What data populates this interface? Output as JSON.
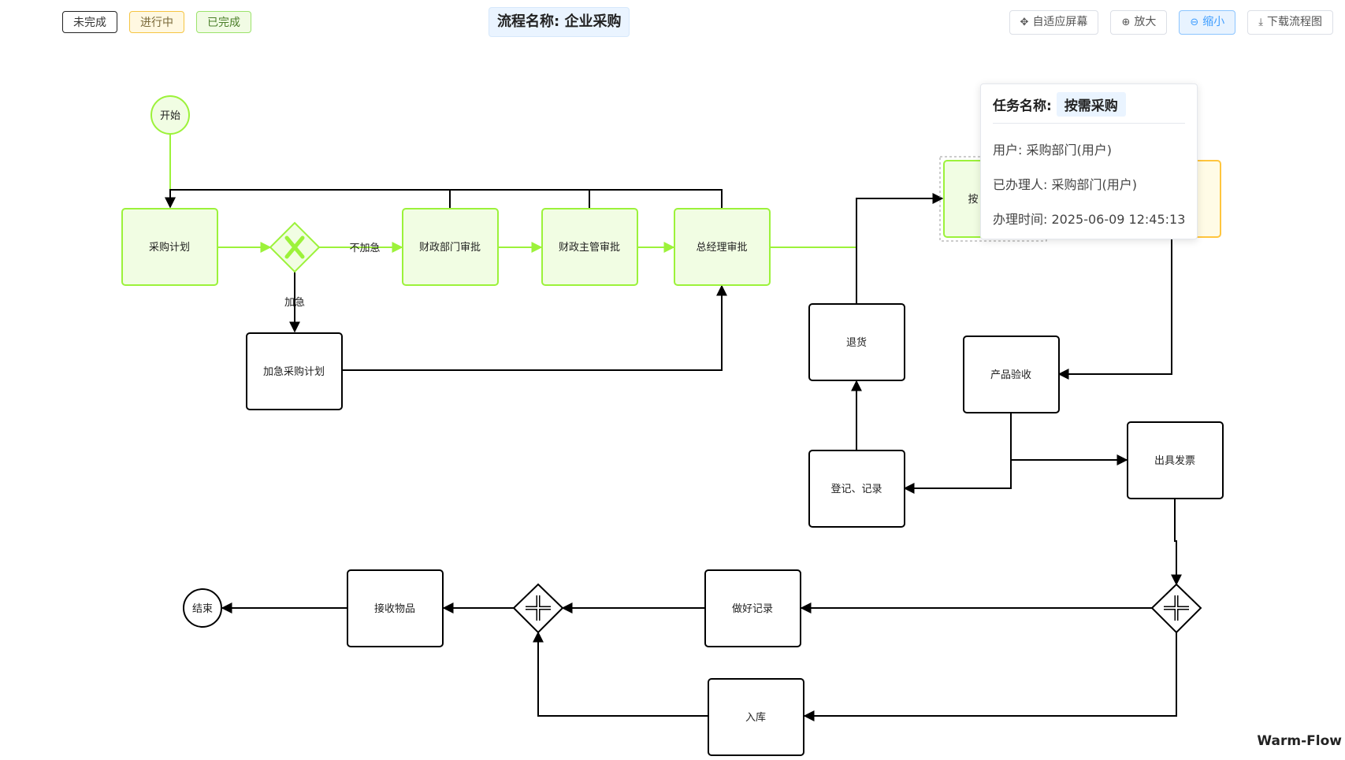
{
  "legend": {
    "incomplete": "未完成",
    "in_progress": "进行中",
    "completed": "已完成"
  },
  "process_title": "流程名称: 企业采购",
  "toolbar": {
    "fit_screen": "自适应屏幕",
    "zoom_in": "放大",
    "zoom_out": "缩小",
    "download": "下载流程图"
  },
  "nodes": {
    "start": "开始",
    "purchase_plan": "采购计划",
    "finance_dept_approval": "财政部门审批",
    "finance_supervisor_approval": "财政主管审批",
    "gm_approval": "总经理审批",
    "urgent_purchase_plan": "加急采购计划",
    "on_demand_purchase_partial": "按",
    "return_goods": "退货",
    "product_acceptance": "产品验收",
    "register_record": "登记、记录",
    "issue_invoice": "出具发票",
    "make_record": "做好记录",
    "warehousing": "入库",
    "receive_goods": "接收物品",
    "end": "结束"
  },
  "edge_labels": {
    "not_urgent": "不加急",
    "urgent": "加急"
  },
  "tooltip": {
    "label": "任务名称:",
    "task_name": "按需采购",
    "user": "用户: 采购部门(用户)",
    "handler": "已办理人: 采购部门(用户)",
    "time": "办理时间: 2025-06-09 12:45:13"
  },
  "brand": "Warm-Flow",
  "colors": {
    "done_stroke": "#9cf23a",
    "done_fill": "#f1fde3",
    "progress_stroke": "#ffc53d",
    "progress_fill": "#fffbe6",
    "todo_stroke": "#000000",
    "accent": "#409eff"
  }
}
